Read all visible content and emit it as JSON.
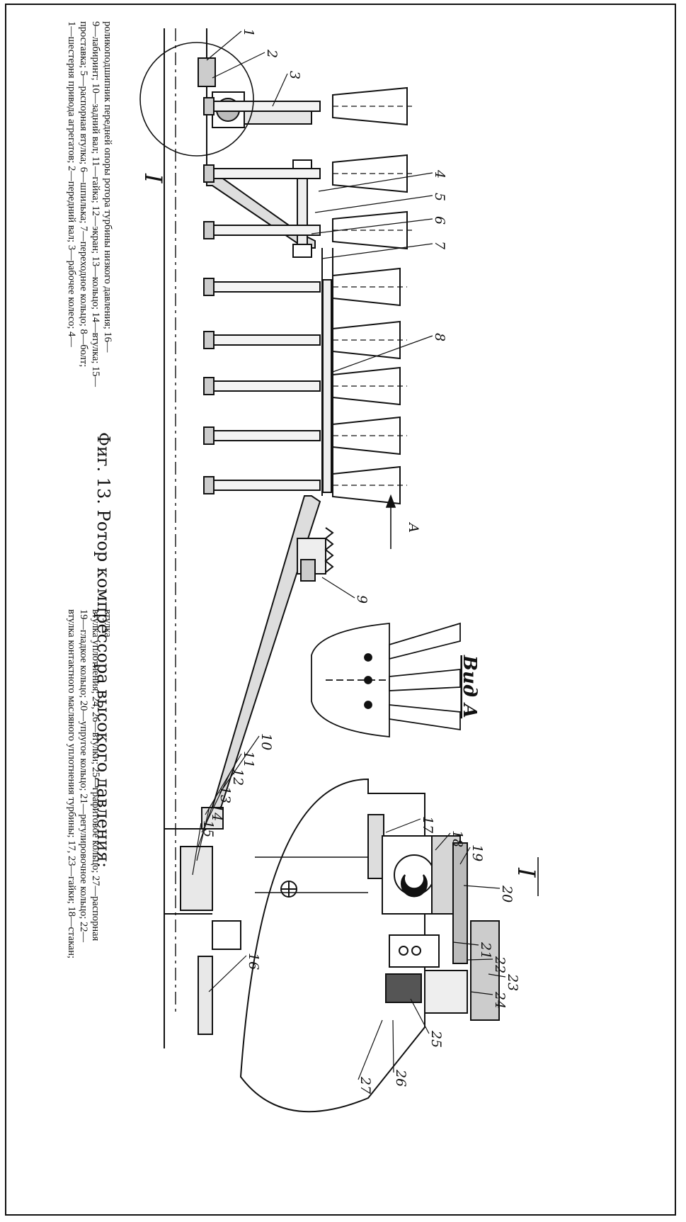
{
  "figure": {
    "title": "Фиг. 13. Ротор компрессора высокого давления:",
    "legend_lines_left": [
      "1—шестерня привода агрегатов; 2—передний вал; 3—рабочее колесо; 4—",
      "проставка; 5—распорная втулка; 6—шпилька; 7—переходное кольцо; 8—болт;",
      "9—лабиринт; 10—задний вал; 11—гайка; 12—экран; 13—кольцо; 14—втулка; 15—",
      "роликоподшипник передней опоры ротора турбины низкого давления; 16—"
    ],
    "legend_lines_right": [
      "втулка контактного масляного уплотнения турбины; 17, 23—гайки; 18—стакан;",
      "19—гладкое кольцо; 20—упругое кольцо; 21—регулировочное кольцо; 22—",
      "втулка уплотнения; 24, 26—втулки; 25—графитовое кольцо; 27—распорная",
      "втулка"
    ]
  },
  "callouts": [
    "1",
    "2",
    "3",
    "4",
    "5",
    "6",
    "7",
    "8",
    "9",
    "10",
    "11",
    "12",
    "13",
    "14",
    "15",
    "16"
  ],
  "detail_callouts": [
    "17",
    "18",
    "19",
    "20",
    "21",
    "22",
    "23",
    "24",
    "25",
    "26",
    "27"
  ],
  "labels": {
    "section_mark": "I",
    "section_mark_detail": "I",
    "view_label": "Вид А",
    "view_arrow": "А"
  }
}
